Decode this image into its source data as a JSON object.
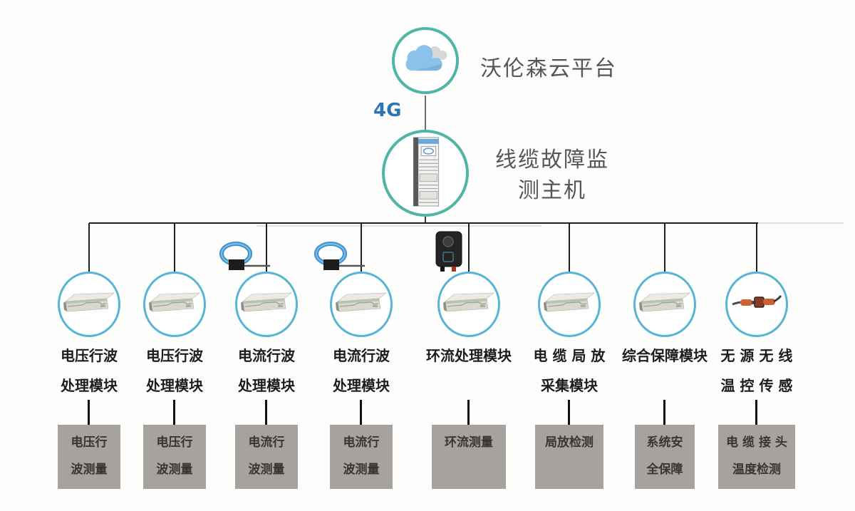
{
  "colors": {
    "teal_ring": "#4fb5a5",
    "blue_ring": "#58b4d6",
    "link_blue": "#2e74b5",
    "box_gray": "#a7a29f",
    "line_dark": "#1f1f1f"
  },
  "cloud_platform": {
    "label": "沃伦森云平台",
    "icon": "cloud-icon"
  },
  "uplink": {
    "label": "4G"
  },
  "host": {
    "label_lines": [
      "线缆故障监",
      "测主机"
    ],
    "icon": "server-rack-icon"
  },
  "modules": [
    {
      "label_lines": [
        "电压行波",
        "处理模块"
      ],
      "box_lines": [
        "电压行",
        "波测量"
      ],
      "icon": "processing-unit-icon",
      "accessory": null
    },
    {
      "label_lines": [
        "电压行波",
        "处理模块"
      ],
      "box_lines": [
        "电压行",
        "波测量"
      ],
      "icon": "processing-unit-icon",
      "accessory": null
    },
    {
      "label_lines": [
        "电流行波",
        "处理模块"
      ],
      "box_lines": [
        "电流行",
        "波测量"
      ],
      "icon": "processing-unit-icon",
      "accessory": "rogowski-coil-icon"
    },
    {
      "label_lines": [
        "电流行波",
        "处理模块"
      ],
      "box_lines": [
        "电流行",
        "波测量"
      ],
      "icon": "processing-unit-icon",
      "accessory": "rogowski-coil-icon"
    },
    {
      "label_lines": [
        "环流处理模块"
      ],
      "box_lines": [
        "环流测量"
      ],
      "icon": "processing-unit-icon",
      "accessory": "current-sensor-icon"
    },
    {
      "label_lines": [
        "电 缆 局 放",
        "采集模块"
      ],
      "box_lines": [
        "局放检测"
      ],
      "icon": "processing-unit-icon",
      "accessory": null
    },
    {
      "label_lines": [
        "综合保障模块"
      ],
      "box_lines": [
        "系统安",
        "全保障"
      ],
      "icon": "processing-unit-icon",
      "accessory": null
    },
    {
      "label_lines": [
        "无 源 无 线",
        "温 控 传 感"
      ],
      "box_lines": [
        "电 缆 接 头",
        "温度检测"
      ],
      "icon": "cable-temperature-sensor-icon",
      "accessory": null
    }
  ]
}
